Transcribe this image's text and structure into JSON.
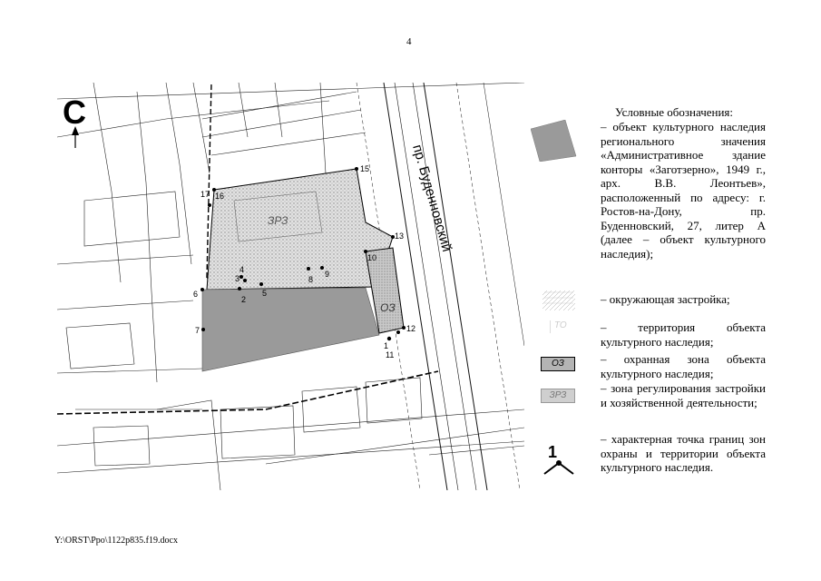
{
  "page_number": "4",
  "footer_path": "Y:\\ORST\\Ppo\\1122p835.f19.docx",
  "map": {
    "north_letter": "С",
    "street_label": "пр. Буденновский",
    "zone_label_oz": "ОЗ",
    "zone_label_zrz": "ЗРЗ",
    "points": [
      "1",
      "2",
      "3",
      "4",
      "5",
      "6",
      "7",
      "8",
      "9",
      "10",
      "11",
      "12",
      "13",
      "15",
      "16",
      "17"
    ]
  },
  "legend": {
    "title": "Условные обозначения:",
    "item_object": "– объект культурного наследия регионального значения «Административное здание конторы «Заготзерно», 1949 г., арх. В.В. Леонтьев», расположенный по адресу: г. Ростов-на-Дону, пр. Буденновский, 27, литер А (далее – объект культурного наследия);",
    "item_surrounding": "– окружающая застройка;",
    "item_territory": "– территория объекта культурного наследия;",
    "swatch_territory_label": "ТО",
    "item_oz": "– охранная зона объекта культурного наследия;",
    "swatch_oz_label": "ОЗ",
    "item_zrz": "– зона регулирования застройки и хозяйственной деятельности;",
    "swatch_zrz_label": "ЗРЗ",
    "item_point": "– характерная точка границ зон охраны и территории объекта культурного наследия.",
    "point_symbol_number": "1"
  },
  "colors": {
    "object": "#9a9a9a",
    "oz": "#b4b4b4",
    "zrz": "#d6d6d6",
    "lines": "#000000"
  }
}
